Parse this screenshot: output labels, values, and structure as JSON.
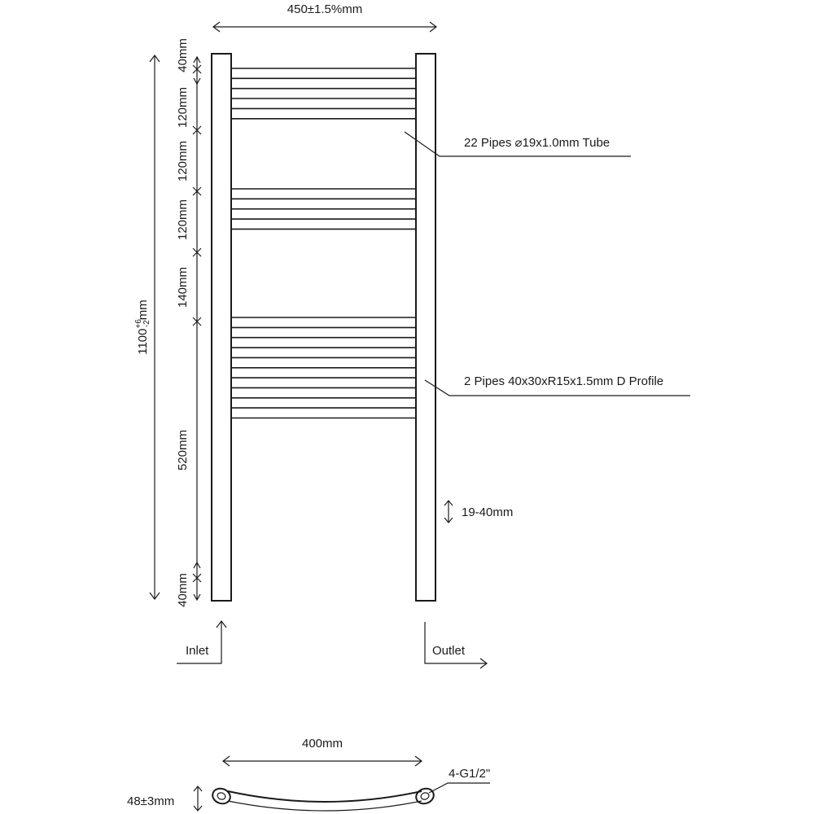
{
  "dimensions": {
    "width": "450±1.5%mm",
    "height_main": "1100",
    "height_tol_upper": "+6",
    "height_tol_lower": "-2",
    "height_unit": "mm",
    "seg_top": "40mm",
    "seg_1": "120mm",
    "seg_2": "120mm",
    "seg_3": "120mm",
    "seg_4": "140mm",
    "seg_5": "520mm",
    "seg_bottom": "40mm",
    "bottom_width": "400mm",
    "bottom_depth": "48±3mm"
  },
  "callouts": {
    "tubes": "22 Pipes ⌀19x1.0mm Tube",
    "profile": "2 Pipes 40x30xR15x1.5mm D Profile",
    "spacing": "19-40mm",
    "thread": "4-G1/2\""
  },
  "labels": {
    "inlet": "Inlet",
    "outlet": "Outlet"
  },
  "tube_groups": [
    {
      "name": "group-1",
      "count": 6
    },
    {
      "name": "group-2",
      "count": 5
    },
    {
      "name": "group-3",
      "count": 11
    }
  ]
}
